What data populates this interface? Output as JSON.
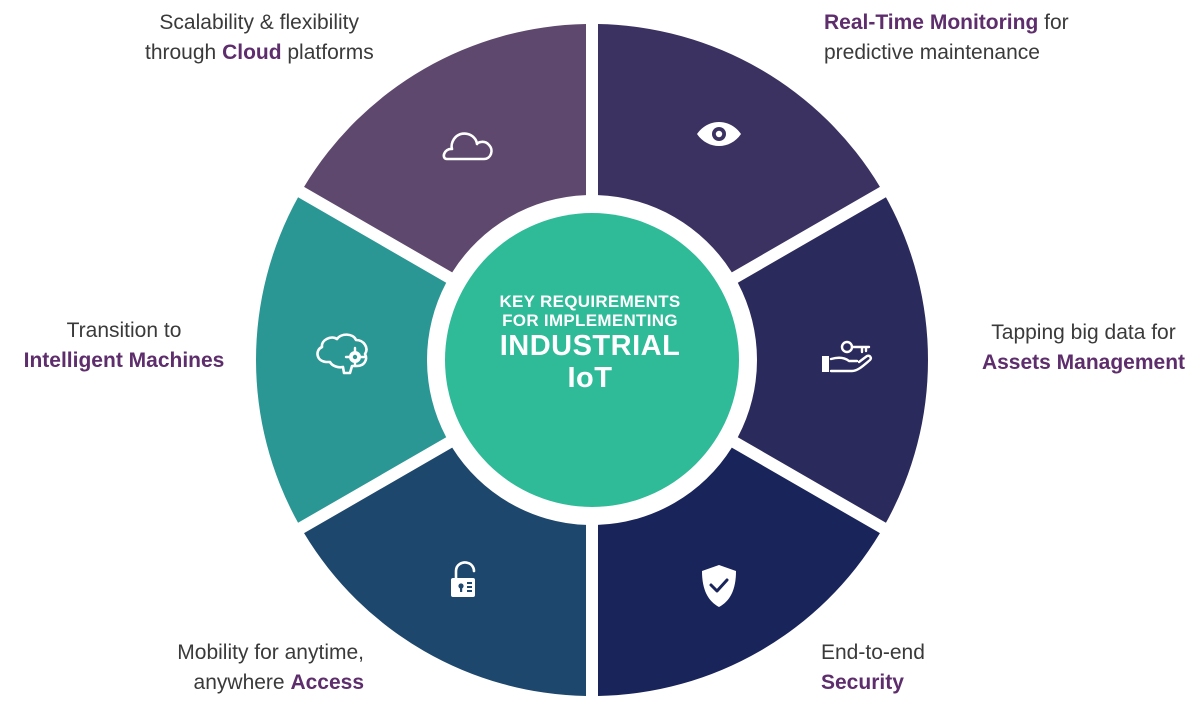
{
  "center": {
    "line1": "KEY REQUIREMENTS",
    "line2": "FOR IMPLEMENTING",
    "line3": "INDUSTRIAL",
    "line4": "IoT"
  },
  "segments": [
    {
      "id": "cloud",
      "color": "#5f486d",
      "icon": "cloud-icon",
      "text_plain_1": "Scalability & flexibility",
      "text_plain_2": "through ",
      "text_bold": "Cloud",
      "text_plain_3": " platforms"
    },
    {
      "id": "monitoring",
      "color": "#3c3262",
      "icon": "eye-icon",
      "text_bold": "Real-Time Monitoring",
      "text_plain_1": " for",
      "text_plain_2": "predictive maintenance"
    },
    {
      "id": "assets",
      "color": "#2b2a5c",
      "icon": "hand-key-icon",
      "text_plain_1": "Tapping big data for",
      "text_bold": "Assets Management"
    },
    {
      "id": "security",
      "color": "#19245a",
      "icon": "shield-check-icon",
      "text_plain_1": "End-to-end",
      "text_bold": "Security"
    },
    {
      "id": "access",
      "color": "#1d476c",
      "icon": "unlock-icon",
      "text_plain_1": "Mobility for anytime,",
      "text_plain_2": "anywhere ",
      "text_bold": "Access"
    },
    {
      "id": "machines",
      "color": "#2a9795",
      "icon": "brain-gear-icon",
      "text_plain_1": "Transition to",
      "text_bold": "Intelligent Machines"
    }
  ],
  "center_color": "#2fba98",
  "accent_color": "#5e2d6c"
}
